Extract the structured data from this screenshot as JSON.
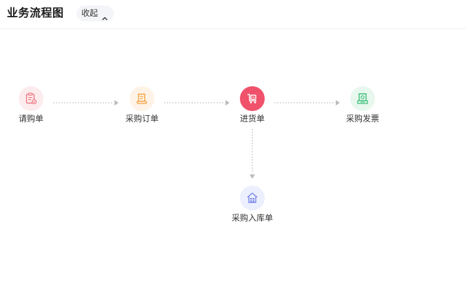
{
  "header": {
    "title": "业务流程图",
    "collapse_label": "收起",
    "collapse_icon": "chevron-up-icon"
  },
  "flow": {
    "nodes": [
      {
        "id": "request",
        "label": "请购单",
        "icon": "clipboard-icon",
        "color": "#f07a84",
        "bg": "#fdecee",
        "active": false
      },
      {
        "id": "order",
        "label": "采购订单",
        "icon": "document-icon",
        "color": "#f5a142",
        "bg": "#fef3e6",
        "active": false
      },
      {
        "id": "receipt",
        "label": "进货单",
        "icon": "cart-icon",
        "color": "#ffffff",
        "bg": "#f0526b",
        "active": true
      },
      {
        "id": "invoice",
        "label": "采购发票",
        "icon": "invoice-icon",
        "color": "#3dbf7a",
        "bg": "#e8f8ef",
        "active": false
      },
      {
        "id": "inbound",
        "label": "采购入库单",
        "icon": "warehouse-icon",
        "color": "#7a88e8",
        "bg": "#eceffd",
        "active": false
      }
    ],
    "connector_color": "#bcbcbc"
  }
}
